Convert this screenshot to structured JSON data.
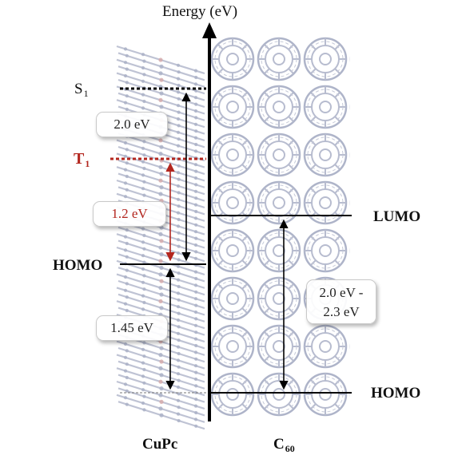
{
  "axis": {
    "label": "Energy (eV)"
  },
  "levels": {
    "s1": {
      "text": "S",
      "sub": "1"
    },
    "t1": {
      "text": "T",
      "sub": "1"
    },
    "homo_left": "HOMO",
    "lumo_right": "LUMO",
    "homo_right": "HOMO"
  },
  "gaps": {
    "s1_homo": "2.0 eV",
    "t1_homo": "1.2 eV",
    "homo_offset": "1.45 eV",
    "c60_gap_line1": "2.0 eV -",
    "c60_gap_line2": "2.3 eV"
  },
  "materials": {
    "left": "CuPc",
    "right": {
      "text": "C",
      "sub": "60"
    }
  },
  "colors": {
    "triplet": "#b3261e",
    "molecule": "#aab0c6",
    "line": "#000000"
  }
}
